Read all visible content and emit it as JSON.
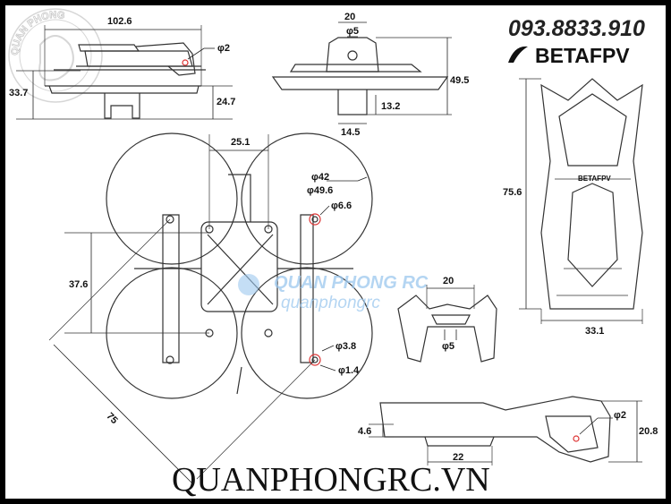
{
  "contact": {
    "phone": "093.8833.910",
    "brand": "BETAFPV"
  },
  "logo_watermark": "QUAN PHONG",
  "center_watermark": {
    "line1": "QUAN PHONG RC",
    "line2": "quanphongrc"
  },
  "footer": "QUANPHONGRC.VN",
  "side_view": {
    "width": "102.6",
    "hole": "φ2",
    "height_total": "33.7",
    "height_lower": "24.7"
  },
  "front_view": {
    "top_width": "20",
    "hole": "φ5",
    "height": "49.5",
    "duct_height": "13.2",
    "duct_width": "14.5"
  },
  "top_view": {
    "mount_spacing_x": "25.1",
    "prop_inner": "φ42",
    "prop_outer": "φ49.6",
    "motor_hole": "φ6.6",
    "mount_spacing_y": "37.6",
    "screw_hole": "φ3.8",
    "small_hole": "φ1.4",
    "diagonal": "75"
  },
  "canopy_top": {
    "length": "75.6",
    "width": "33.1",
    "label": "BETAFPV"
  },
  "canopy_front": {
    "width": "20",
    "hole": "φ5"
  },
  "canopy_side": {
    "step": "4.6",
    "base": "22",
    "hole": "φ2",
    "height": "20.8"
  }
}
